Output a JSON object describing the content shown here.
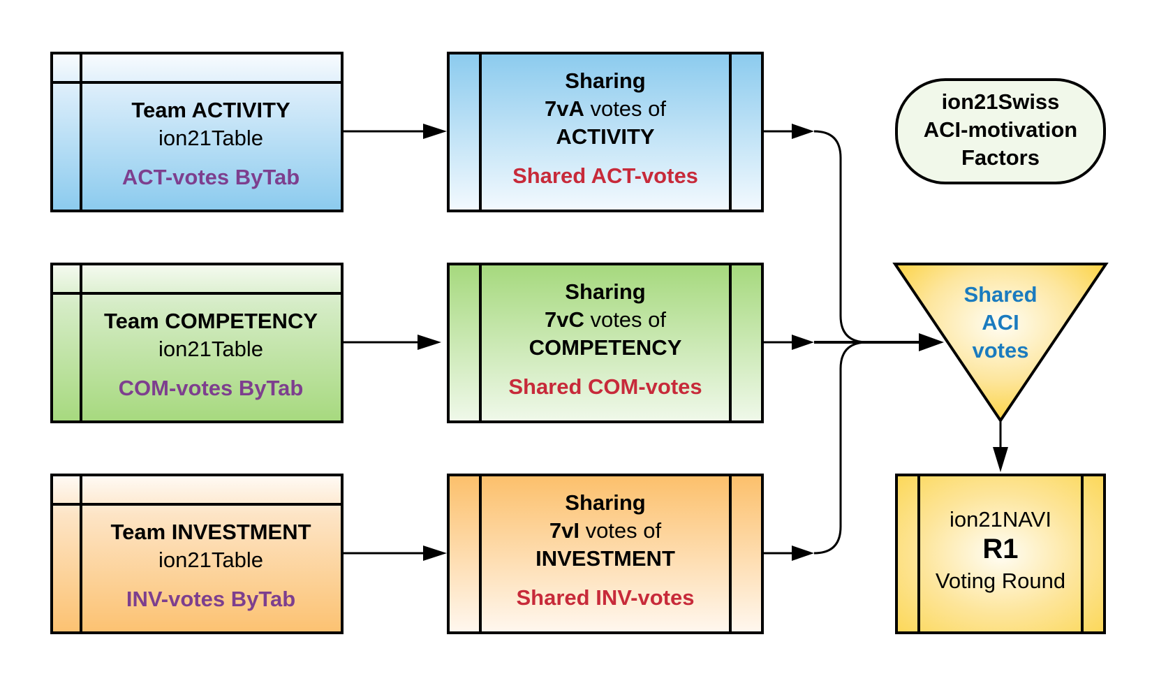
{
  "diagram": {
    "colors": {
      "activity": "#8ccbee",
      "competency": "#a7d97f",
      "investment": "#fcc272",
      "merge": "#fdd85a",
      "purple_text": "#7d3f8e",
      "red_text": "#c72a3a",
      "blue_text": "#1a7bbf"
    },
    "team_tables": [
      {
        "title": "Team ACTIVITY",
        "subtitle": "ion21Table",
        "votes": "ACT-votes ByTab"
      },
      {
        "title": "Team COMPETENCY",
        "subtitle": "ion21Table",
        "votes": "COM-votes ByTab"
      },
      {
        "title": "Team INVESTMENT",
        "subtitle": "ion21Table",
        "votes": "INV-votes ByTab"
      }
    ],
    "sharing_processes": [
      {
        "line1": "Sharing",
        "code": "7vA",
        "line2_rest": " votes of",
        "factor": "ACTIVITY",
        "shared": "Shared ACT-votes"
      },
      {
        "line1": "Sharing",
        "code": "7vC",
        "line2_rest": " votes of",
        "factor": "COMPETENCY",
        "shared": "Shared COM-votes"
      },
      {
        "line1": "Sharing",
        "code": "7vI",
        "line2_rest": " votes of",
        "factor": "INVESTMENT",
        "shared": "Shared INV-votes"
      }
    ],
    "terminal": {
      "lines": [
        "ion21Swiss",
        "ACI-motivation",
        "Factors"
      ]
    },
    "merge": {
      "lines": [
        "Shared",
        "ACI",
        "votes"
      ]
    },
    "navi": {
      "line1": "ion21NAVI",
      "line2": "R1",
      "line3": "Voting Round"
    }
  }
}
